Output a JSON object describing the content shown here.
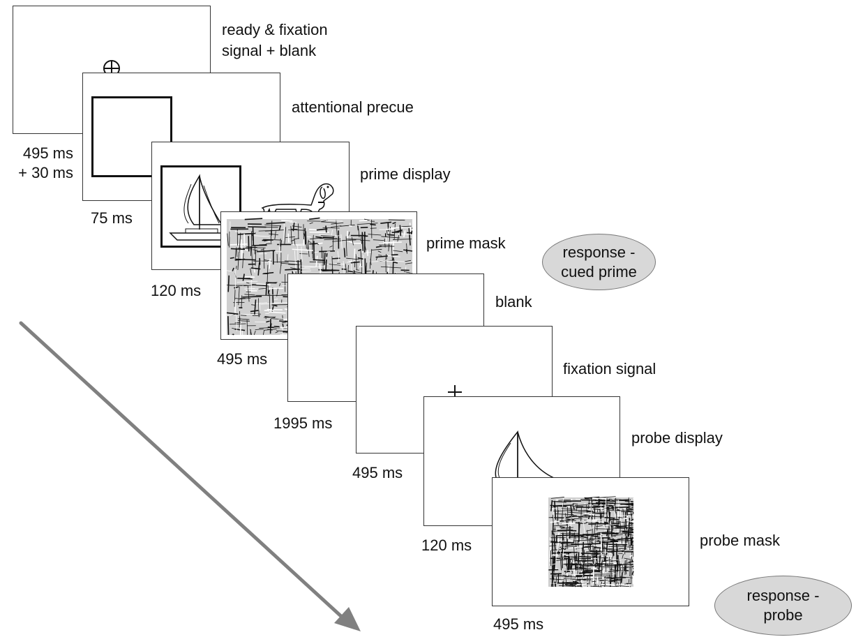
{
  "frames": [
    {
      "label": "ready & fixation\nsignal + blank",
      "duration": "495 ms\n+ 30 ms"
    },
    {
      "label": "attentional precue",
      "duration": "75 ms"
    },
    {
      "label": "prime display",
      "duration": "120 ms"
    },
    {
      "label": "prime mask",
      "duration": "495 ms"
    },
    {
      "label": "blank",
      "duration": "1995 ms"
    },
    {
      "label": "fixation signal",
      "duration": "495 ms"
    },
    {
      "label": "probe display",
      "duration": "120 ms"
    },
    {
      "label": "probe mask",
      "duration": "495 ms"
    }
  ],
  "responses": {
    "prime": {
      "line1": "response -",
      "line2": "cued prime"
    },
    "probe": {
      "line1": "response -",
      "line2": "probe"
    }
  },
  "symbols": {
    "fixation_circle": "circled-cross-icon",
    "fixation_cross": "cross-icon",
    "sailboat": "sailboat-icon",
    "dog": "dog-icon",
    "mask": "noise-mask-pattern",
    "time_arrow": "diagonal-arrow-icon"
  },
  "colors": {
    "frame_border": "#333333",
    "oval_fill": "#d8d8d8",
    "arrow": "#808080"
  }
}
